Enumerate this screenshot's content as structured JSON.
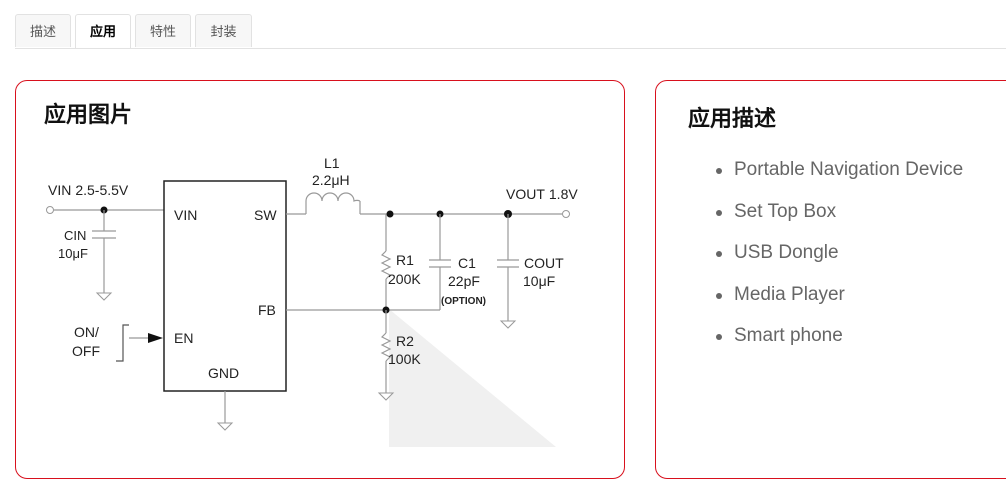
{
  "tabs": [
    {
      "label": "描述",
      "active": false
    },
    {
      "label": "应用",
      "active": true
    },
    {
      "label": "特性",
      "active": false
    },
    {
      "label": "封装",
      "active": false
    }
  ],
  "app_image_card": {
    "title": "应用图片",
    "schematic": {
      "vin_label": "VIN",
      "vin_range": "2.5-5.5V",
      "cin_label": "CIN",
      "cin_value": "10μF",
      "chip_pin_vin": "VIN",
      "chip_pin_sw": "SW",
      "chip_pin_fb": "FB",
      "chip_pin_en": "EN",
      "chip_pin_gnd": "GND",
      "en_label_line1": "ON/",
      "en_label_line2": "OFF",
      "l1_label": "L1",
      "l1_value": "2.2μH",
      "vout_label": "VOUT",
      "vout_value": "1.8V",
      "r1_label": "R1",
      "r1_value": "200K",
      "c1_label": "C1",
      "c1_value": "22pF",
      "c1_note": "(OPTION)",
      "cout_label": "COUT",
      "cout_value": "10μF",
      "r2_label": "R2",
      "r2_value": "100K"
    }
  },
  "app_desc_card": {
    "title": "应用描述",
    "items": [
      "Portable Navigation Device",
      "Set Top Box",
      "USB Dongle",
      "Media Player",
      "Smart phone"
    ]
  },
  "colors": {
    "accent_border": "#d8101d",
    "wire": "#999999",
    "chip_outline": "#222222"
  }
}
